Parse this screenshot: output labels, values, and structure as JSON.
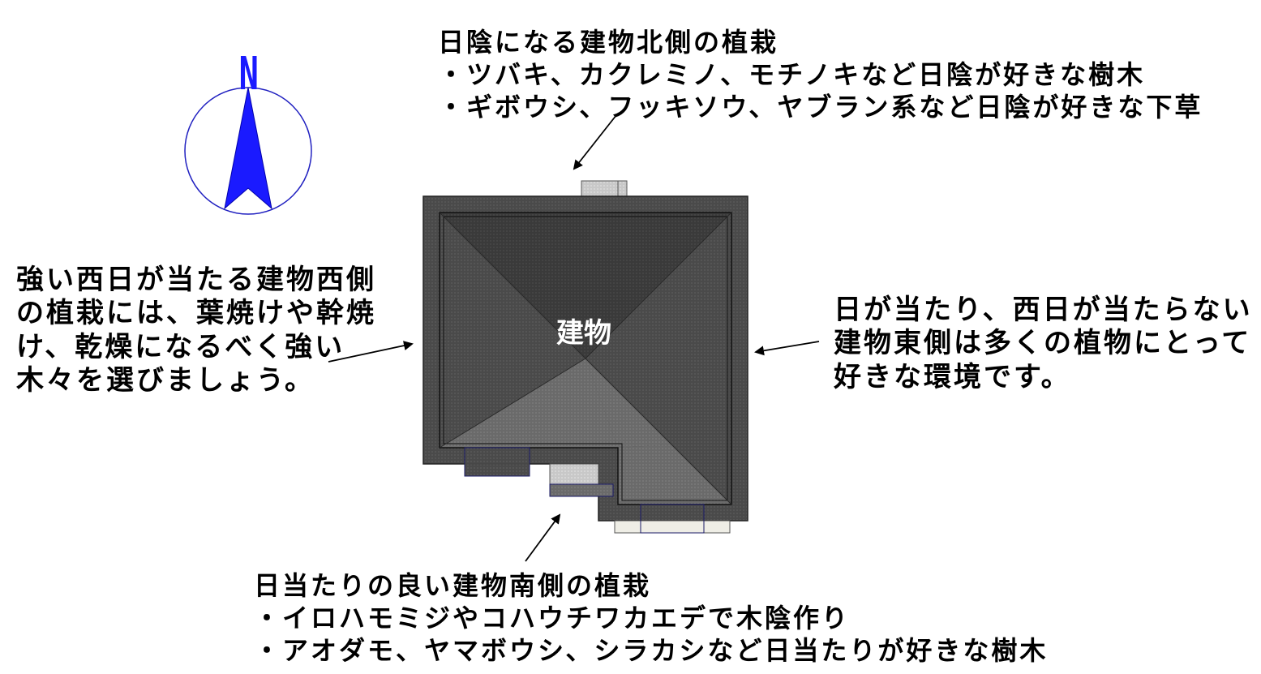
{
  "compass": {
    "label": "N",
    "color": "#1a1aff"
  },
  "building": {
    "label": "建物",
    "roof_color": "#4a4a4a"
  },
  "north_note": {
    "title": "日陰になる建物北側の植栽",
    "lines": [
      "・ツバキ、カクレミノ、モチノキなど日陰が好きな樹木",
      "・ギボウシ、フッキソウ、ヤブラン系など日陰が好きな下草"
    ]
  },
  "west_note": {
    "lines": [
      "強い西日が当たる建物西側",
      "の植栽には、葉焼けや幹焼",
      "け、乾燥になるべく強い",
      "木々を選びましょう。"
    ]
  },
  "east_note": {
    "lines": [
      "日が当たり、西日が当たらない",
      "建物東側は多くの植物にとって",
      "好きな環境です。"
    ]
  },
  "south_note": {
    "title": "日当たりの良い建物南側の植栽",
    "lines": [
      "・イロハモミジやコハウチワカエデで木陰作り",
      "・アオダモ、ヤマボウシ、シラカシなど日当たりが好きな樹木"
    ]
  }
}
